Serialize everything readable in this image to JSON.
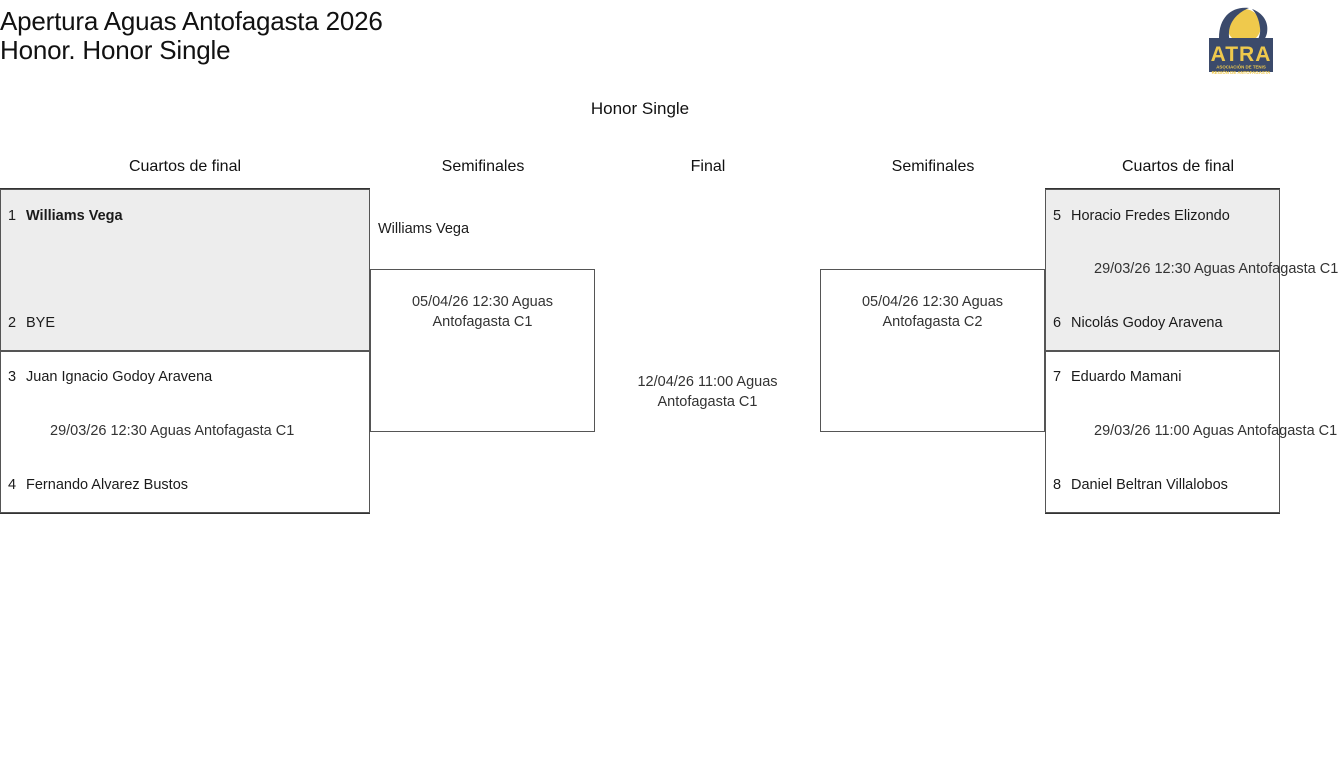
{
  "header": {
    "tournament_line1": "Apertura Aguas Antofagasta 2026",
    "tournament_line2": "Honor. Honor Single",
    "logo": {
      "acronym": "ATRA",
      "subtitle_line1": "ASOCIACIÓN DE TENIS",
      "subtitle_line2": "REGIÓN DE ANTOFAGASTA",
      "ball_color": "#EFC94C",
      "navy_color": "#3B4A6B"
    }
  },
  "event": {
    "title": "Honor Single"
  },
  "rounds": {
    "left_quarters": "Cuartos de final",
    "left_semis": "Semifinales",
    "final": "Final",
    "right_semis": "Semifinales",
    "right_quarters": "Cuartos de final"
  },
  "bracket": {
    "left": {
      "match1": {
        "shaded": true,
        "top": {
          "seed": "1",
          "name": "Williams Vega",
          "bold": true
        },
        "bottom": {
          "seed": "2",
          "name": "BYE",
          "bold": false
        },
        "info": ""
      },
      "match2": {
        "shaded": false,
        "top": {
          "seed": "3",
          "name": "Juan Ignacio Godoy Aravena",
          "bold": false
        },
        "bottom": {
          "seed": "4",
          "name": "Fernando Alvarez Bustos",
          "bold": false
        },
        "info": "29/03/26 12:30 Aguas Antofagasta C1"
      },
      "semifinal": {
        "advanced": "Williams Vega",
        "info_line1": "05/04/26 12:30 Aguas",
        "info_line2": "Antofagasta C1"
      }
    },
    "final": {
      "info_line1": "12/04/26 11:00 Aguas",
      "info_line2": "Antofagasta C1"
    },
    "right": {
      "semifinal": {
        "advanced": "",
        "info_line1": "05/04/26 12:30 Aguas",
        "info_line2": "Antofagasta C2"
      },
      "match1": {
        "shaded": true,
        "top": {
          "seed": "5",
          "name": "Horacio Fredes Elizondo",
          "bold": false
        },
        "bottom": {
          "seed": "6",
          "name": "Nicolás Godoy Aravena",
          "bold": false
        },
        "info": "29/03/26 12:30 Aguas Antofagasta C1"
      },
      "match2": {
        "shaded": false,
        "top": {
          "seed": "7",
          "name": "Eduardo Mamani",
          "bold": false
        },
        "bottom": {
          "seed": "8",
          "name": "Daniel Beltran Villalobos",
          "bold": false
        },
        "info": "29/03/26 11:00 Aguas Antofagasta C1"
      }
    }
  },
  "colors": {
    "shade": "#ededed",
    "border": "#555555",
    "rule": "#333333"
  }
}
